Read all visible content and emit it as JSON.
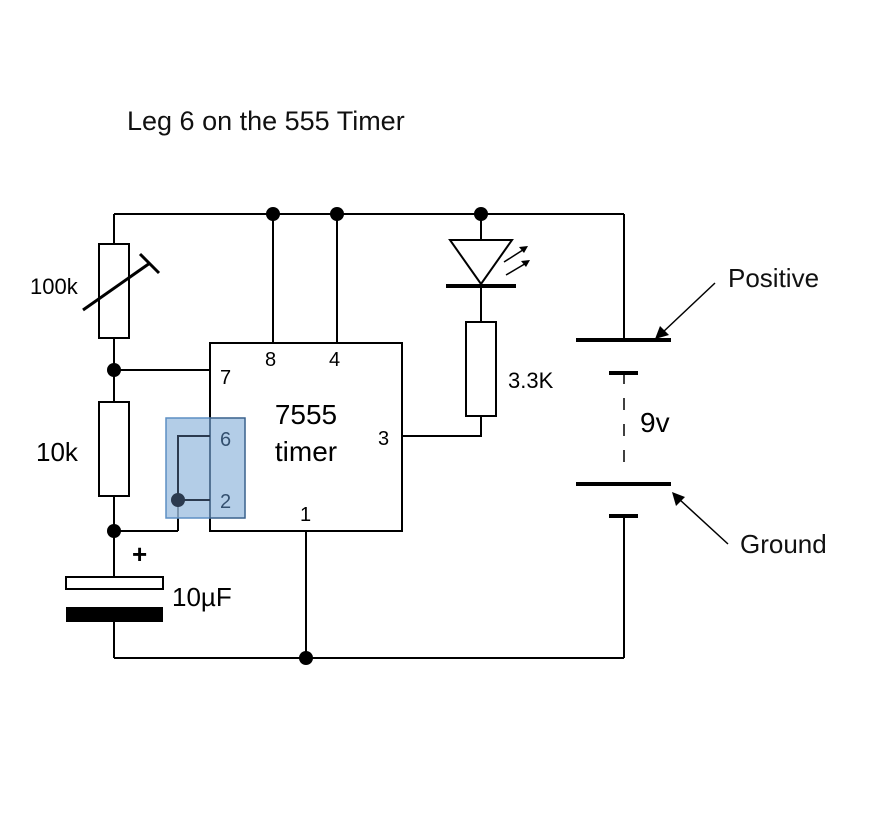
{
  "title": "Leg 6 on the 555 Timer",
  "annotations": {
    "positive": "Positive",
    "ground": "Ground"
  },
  "components": {
    "variable_resistor": "100k",
    "resistor_10k": "10k",
    "capacitor": "10µF",
    "capacitor_polarity": "+",
    "led_resistor": "3.3K",
    "battery": "9v"
  },
  "ic": {
    "name_line1": "7555",
    "name_line2": "timer",
    "pins": {
      "p8": "8",
      "p4": "4",
      "p7": "7",
      "p6": "6",
      "p2": "2",
      "p3": "3",
      "p1": "1"
    }
  },
  "colors": {
    "wire": "#000000",
    "highlight_fill": "#9dbfe0",
    "highlight_stroke": "#5d8fc4",
    "jumper": "#2b3a4f"
  }
}
